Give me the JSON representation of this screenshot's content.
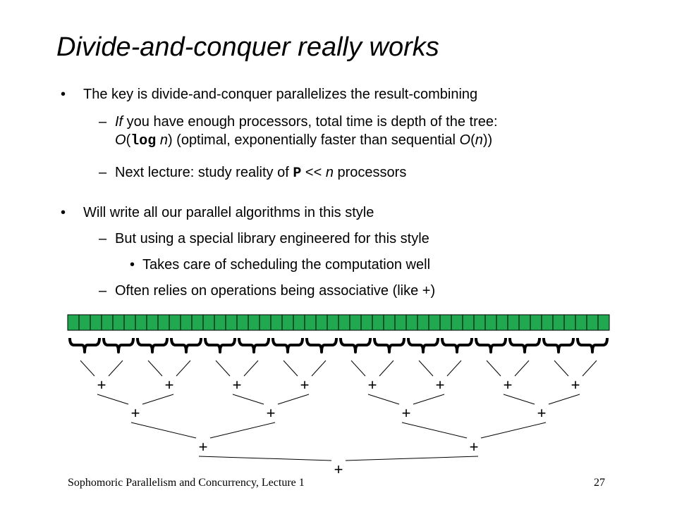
{
  "slide": {
    "title": "Divide-and-conquer really works",
    "bullet_glyph": "•",
    "dash_glyph": "–",
    "bullets": [
      {
        "text": "The key is divide-and-conquer parallelizes the result-combining",
        "sub": [
          {
            "line1": {
              "if": "If",
              "rest": " you have enough processors, total time is depth of the tree:"
            },
            "line2": {
              "o1": "O",
              "paren_open": "(",
              "log": "log",
              "space": " ",
              "n1": "n",
              "mid": ") (optimal, exponentially faster than sequential ",
              "o2": "O",
              "p2": "(",
              "n2": "n",
              "end": "))"
            }
          },
          {
            "before": "Next lecture: study reality of ",
            "p": "P",
            "mid": " << ",
            "n": "n",
            "after": " processors"
          }
        ]
      },
      {
        "text": "Will write all our parallel algorithms in this style",
        "sub": [
          {
            "text": "But using a special library engineered for this style"
          },
          {
            "text": "Takes care of scheduling the computation well"
          },
          {
            "text": "Often relies on operations being associative (like +)"
          }
        ]
      }
    ],
    "footer_left": "Sophomoric Parallelism and Concurrency, Lecture 1",
    "page_number": "27"
  },
  "diagram": {
    "cell_count": 48,
    "group_count": 16,
    "operator": "+",
    "levels": [
      16,
      8,
      4,
      2,
      1
    ],
    "colors": {
      "cell": "#1fa84f",
      "cell_border": "#000000",
      "line": "#000000"
    }
  }
}
